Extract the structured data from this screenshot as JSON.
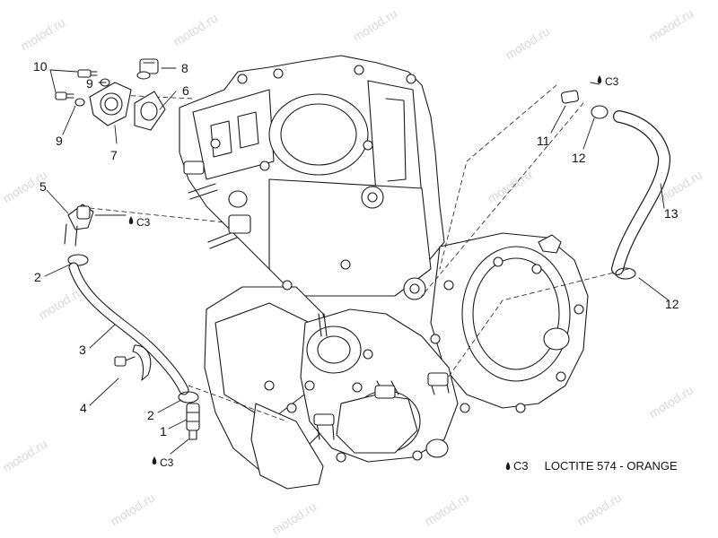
{
  "watermark": "motod.ru",
  "legend": {
    "symbol": "C3",
    "text": "LOCTITE 574 - ORANGE"
  },
  "adhesive_symbol": "C3",
  "callouts": {
    "c1": "1",
    "c2a": "2",
    "c2b": "2",
    "c3": "3",
    "c4": "4",
    "c5": "5",
    "c6": "6",
    "c7": "7",
    "c8": "8",
    "c9a": "9",
    "c9b": "9",
    "c10": "10",
    "c11": "11",
    "c12a": "12",
    "c12b": "12",
    "c13": "13"
  }
}
